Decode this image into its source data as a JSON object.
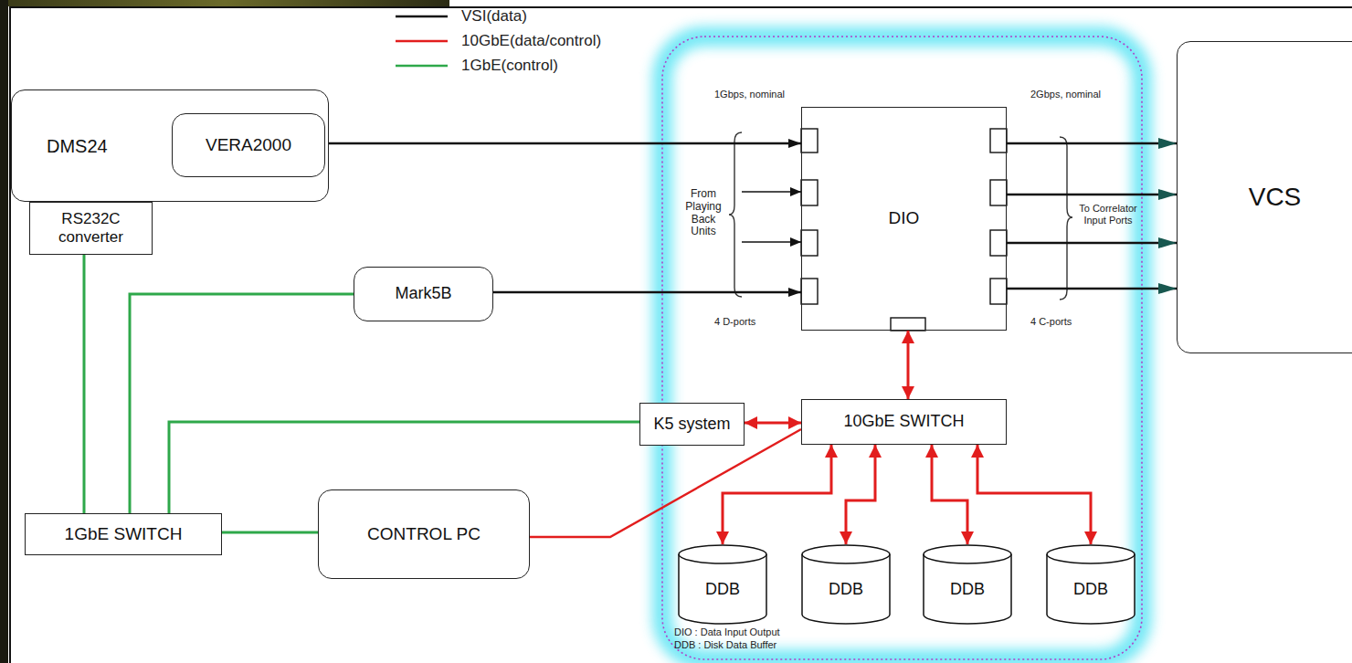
{
  "diagram": {
    "nodes": [
      {
        "text": [
          "DMS24"
        ]
      },
      {
        "text": [
          "VERA2000"
        ],
        "in": 0
      },
      {
        "text": [
          "DIO"
        ]
      },
      {
        "text": [
          "VCS"
        ]
      },
      {
        "text": [
          "RS232C converter"
        ]
      },
      {
        "text": [
          "Mark5B"
        ]
      },
      {
        "text": [
          "K5 system"
        ]
      },
      {
        "text": [
          "10GbE SWITCH"
        ]
      },
      {
        "text": [
          "1GbE SWITCH"
        ]
      },
      {
        "text": [
          "CONTROL PC"
        ]
      },
      {
        "text": [
          "DDB"
        ]
      },
      {
        "text": [
          "DDB"
        ]
      },
      {
        "text": [
          "DDB"
        ]
      },
      {
        "text": [
          "DDB"
        ]
      }
    ],
    "edges": [
      {
        "from": 1,
        "to": 2,
        "arrow": "to"
      },
      {
        "from": 5,
        "to": 2,
        "arrow": "to"
      },
      {
        "from": 2,
        "to": 3,
        "arrow": "to"
      },
      {
        "from": 2,
        "to": 3,
        "arrow": "to"
      },
      {
        "from": 2,
        "to": 3,
        "arrow": "to"
      },
      {
        "from": 2,
        "to": 3,
        "arrow": "to"
      },
      {
        "from": 2,
        "to": 7,
        "arrow": "both"
      },
      {
        "from": 6,
        "to": 7,
        "arrow": "both"
      },
      {
        "from": 7,
        "to": 10,
        "arrow": "both"
      },
      {
        "from": 7,
        "to": 11,
        "arrow": "both"
      },
      {
        "from": 7,
        "to": 12,
        "arrow": "both"
      },
      {
        "from": 7,
        "to": 13,
        "arrow": "both"
      },
      {
        "from": 9,
        "to": 7,
        "arrow": "none"
      },
      {
        "from": 4,
        "to": 8,
        "arrow": "none"
      },
      {
        "from": 5,
        "to": 8,
        "arrow": "none"
      },
      {
        "from": 6,
        "to": 8,
        "arrow": "none"
      },
      {
        "from": 8,
        "to": 9,
        "arrow": "none"
      }
    ],
    "labels": [
      "1Gbps, nominal",
      "From Playing Back Units",
      "4 D-ports",
      "2Gbps, nominal",
      "To Correlator Input Ports",
      "4 C-ports",
      "DIO : Data Input Output",
      "DDB : Disk Data Buffer"
    ],
    "legend": [
      {
        "text": "VSI(data)"
      },
      {
        "text": "10GbE(data/control)"
      },
      {
        "text": "1GbE(control)"
      }
    ]
  }
}
